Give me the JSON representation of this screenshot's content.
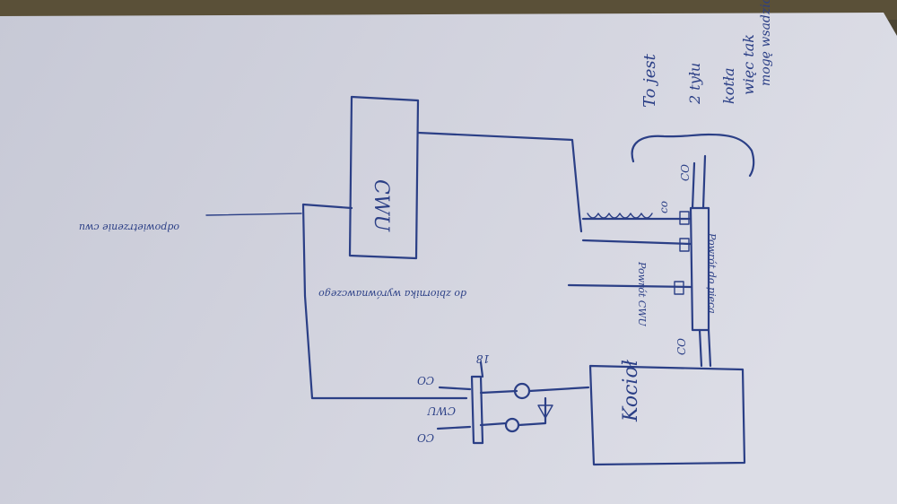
{
  "colors": {
    "paper": "#cfd0dc",
    "ink": "#2b3f86",
    "background": "#4a4432"
  },
  "labels": {
    "cwu_tank": "CWU",
    "kociol": "Kocioł",
    "to_jest_1": "To jest",
    "to_jest_2": "2 tyłu",
    "to_jest_3": "kotła",
    "to_jest_4": "więc tak",
    "to_jest_5": "mogę wsadzić",
    "co_top": "CO",
    "co_small": "co",
    "powrot_cwu": "Powrót CWU",
    "powrot_do_pieca": "Powrót do pieca",
    "do_zbiornika": "do zbiornika wyrównawczego",
    "odpowietrzenie": "odpowietrzenie cwu",
    "co_bottom": "CO",
    "co_left_top": "CO",
    "cwu_small": "CWU",
    "co_left_bottom": "CO",
    "numbers_18": "18"
  }
}
